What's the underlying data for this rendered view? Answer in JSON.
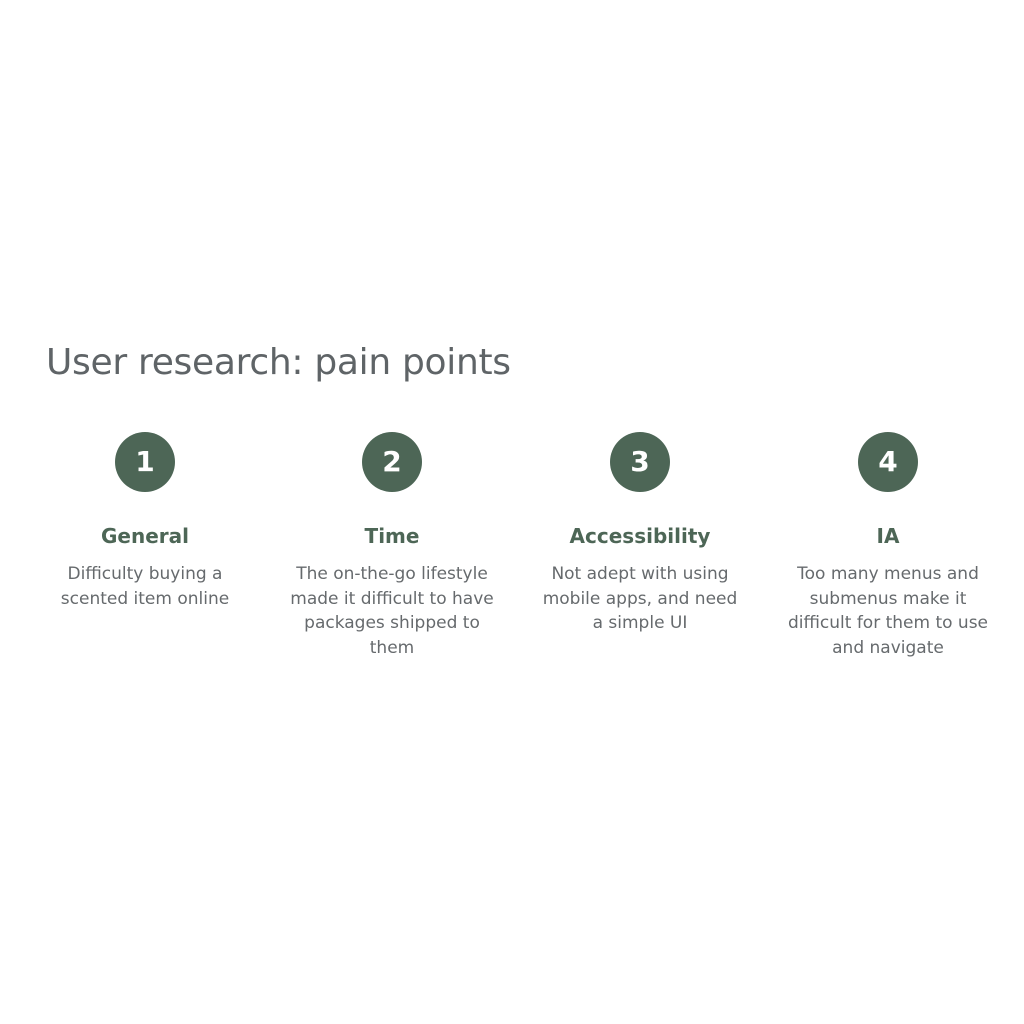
{
  "page": {
    "title": "User research: pain points"
  },
  "theme": {
    "accent": "#4d6656",
    "heading_text": "#5f6467",
    "body_text": "#666a6d"
  },
  "pain_points": [
    {
      "number": "1",
      "title": "General",
      "description": "Difficulty buying a scented item online"
    },
    {
      "number": "2",
      "title": "Time",
      "description": "The on-the-go lifestyle made it difficult to have packages shipped to them"
    },
    {
      "number": "3",
      "title": "Accessibility",
      "description": "Not adept with using mobile apps, and need a simple UI"
    },
    {
      "number": "4",
      "title": "IA",
      "description": "Too many menus and submenus make it difficult for them to use and navigate"
    }
  ]
}
